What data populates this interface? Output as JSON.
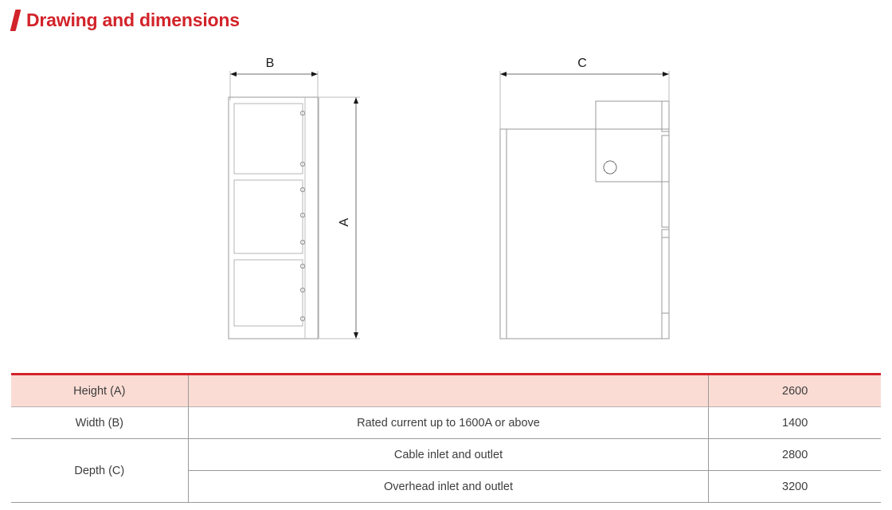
{
  "title": {
    "text": "Drawing and dimensions",
    "accent_color": "#d2232a"
  },
  "drawings": {
    "front_view": {
      "name": "front-view",
      "width_dimension_label": "B",
      "height_dimension_label": "A",
      "panel_count": 3,
      "panel_lock_counts": [
        2,
        3,
        3
      ]
    },
    "side_view": {
      "name": "side-view",
      "depth_dimension_label": "C",
      "handle_icon": "circle-handle"
    }
  },
  "table": {
    "header_fill": "#fadcd4",
    "header_border": "#d2232a",
    "rows": [
      {
        "label": "Height (A)",
        "desc": "",
        "value": "2600",
        "highlight": true
      },
      {
        "label": "Width (B)",
        "desc": "Rated current up to 1600A or above",
        "value": "1400",
        "highlight": false
      },
      {
        "label": "Depth (C)",
        "desc": "Cable inlet and outlet",
        "value": "2800",
        "highlight": false
      },
      {
        "label": "",
        "desc": "Overhead inlet and outlet",
        "value": "3200",
        "highlight": false
      }
    ]
  }
}
